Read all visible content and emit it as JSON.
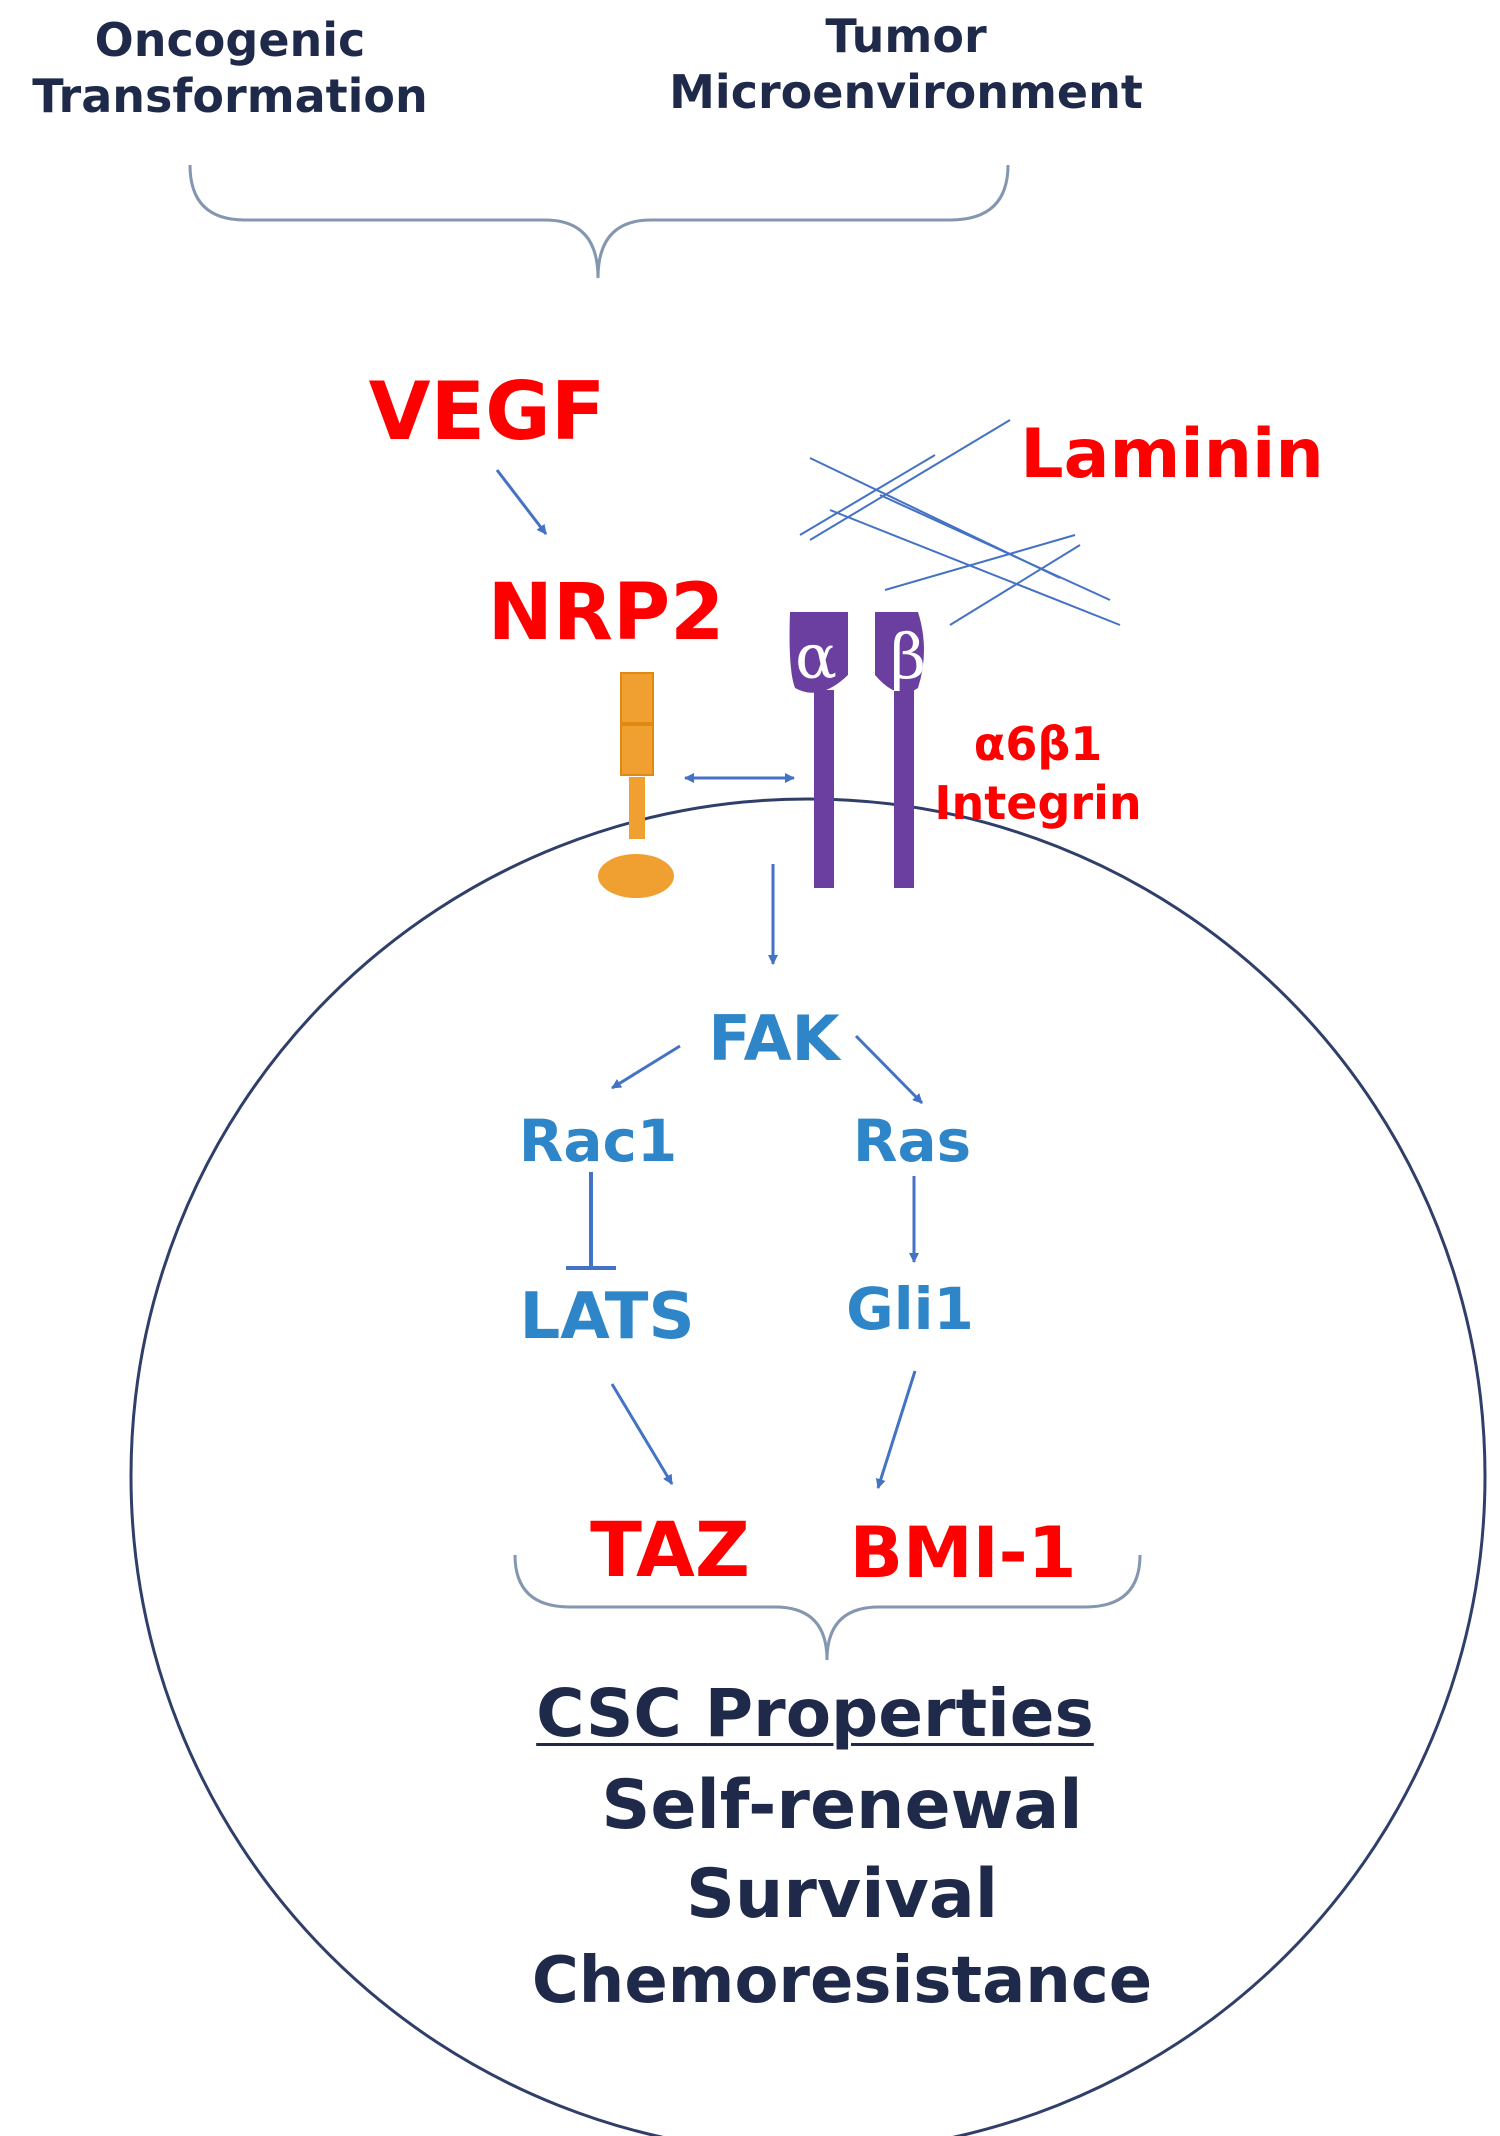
{
  "header": {
    "left_label": [
      "Oncogenic",
      "Transformation"
    ],
    "right_label": [
      "Tumor",
      "Microenvironment"
    ]
  },
  "ligands": {
    "vegf": "VEGF",
    "laminin": "Laminin"
  },
  "receptors": {
    "nrp2": "NRP2",
    "alpha": "α",
    "beta": "β",
    "integrin": [
      "α6β1",
      "Integrin"
    ]
  },
  "pathway": {
    "fak": "FAK",
    "rac1": "Rac1",
    "ras": "Ras",
    "lats": "LATS",
    "gli1": "Gli1",
    "taz": "TAZ",
    "bmi1": "BMI-1"
  },
  "csc": {
    "title": "CSC Properties",
    "items": [
      "Self-renewal",
      "Survival",
      "Chemoresistance"
    ]
  },
  "colors": {
    "red": "#ff0000",
    "arrow_blue": "#4472c4",
    "text_blue": "#2e86c8",
    "dark_navy": "#1f2a4a",
    "integrin_purple": "#6b3fa0",
    "nrp2_orange": "#f0a030",
    "cell_outline": "#2f3f6a",
    "bracket_gray": "#8496b0"
  }
}
